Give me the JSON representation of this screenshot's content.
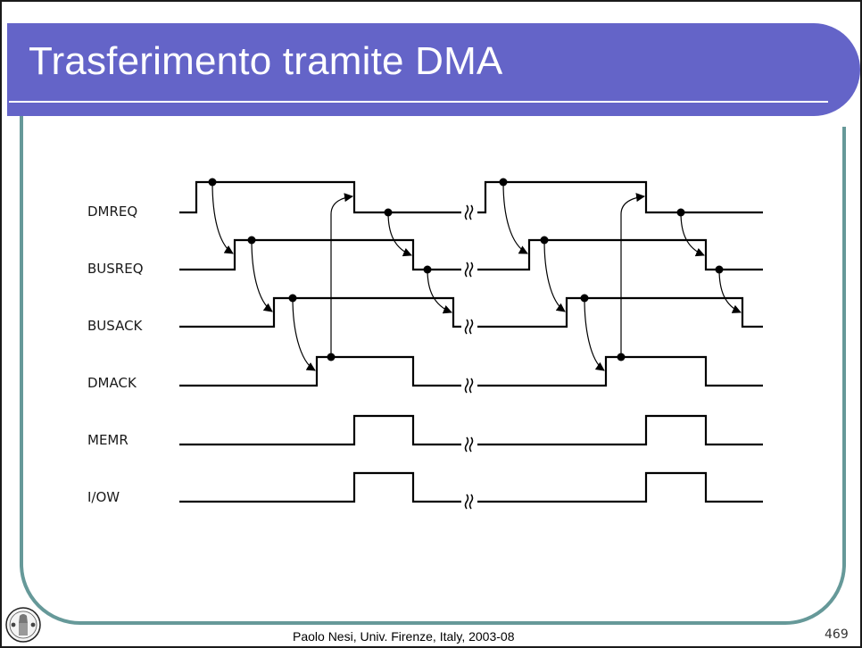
{
  "slide": {
    "title": "Trasferimento tramite DMA",
    "footer": "Paolo Nesi, Univ. Firenze, Italy, 2003-08",
    "page_number": "469",
    "colors": {
      "title_bar": "#6464C8",
      "frame": "#669999",
      "rule": "#ffffff"
    }
  },
  "diagram": {
    "signals": [
      {
        "name": "DMREQ"
      },
      {
        "name": "BUSREQ"
      },
      {
        "name": "BUSACK"
      },
      {
        "name": "DMACK"
      },
      {
        "name": "MEMR"
      },
      {
        "name": "I/OW"
      }
    ],
    "break_glyph": "break-mark-icon"
  }
}
